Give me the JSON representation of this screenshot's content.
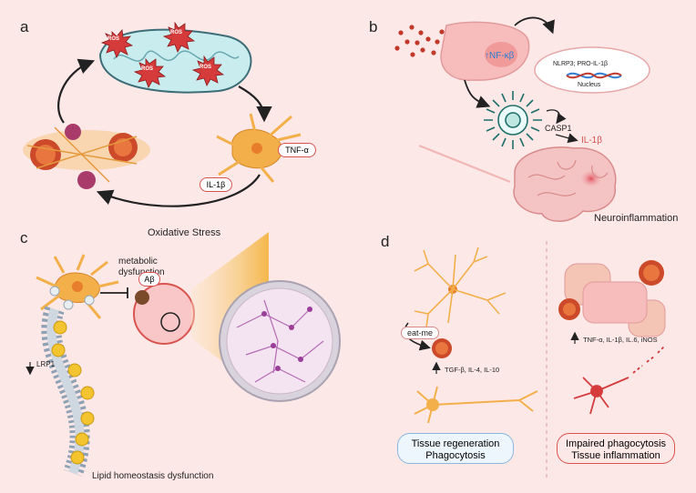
{
  "panels": {
    "a": "a",
    "b": "b",
    "c": "c",
    "d": "d"
  },
  "panel_a": {
    "ros": [
      "ROS",
      "ROS",
      "ROS",
      "ROS"
    ],
    "tnf": "TNF-α",
    "il1b": "IL-1β",
    "caption": "Oxidative Stress"
  },
  "panel_b": {
    "nfkb": "NF-κβ",
    "nucleus_text": "NLRP3; PRO-IL-1β",
    "nucleus_label": "Nucleus",
    "casp1": "CASP1",
    "il1b": "IL-1β",
    "caption": "Neuroinflammation"
  },
  "panel_c": {
    "metabolic": "metabolic\ndysfunction",
    "abeta": "Aβ",
    "lrp1": "LRP1",
    "caption": "Lipid homeostasis dysfunction"
  },
  "panel_d": {
    "eatme": "eat-me",
    "left_cytokines": "TGF-β, IL-4, IL-10",
    "right_cytokines": "TNF-α, IL-1β, IL.6, iNOS",
    "left_box": "Tissue regeneration\nPhagocytosis",
    "right_box": "Impaired phagocytosis\nTissue inflammation"
  },
  "colors": {
    "background": "#fde8e8",
    "accent_red": "#d9534f",
    "microglia": "#f3b04a",
    "nfkb_blue": "#2a7fd1"
  }
}
